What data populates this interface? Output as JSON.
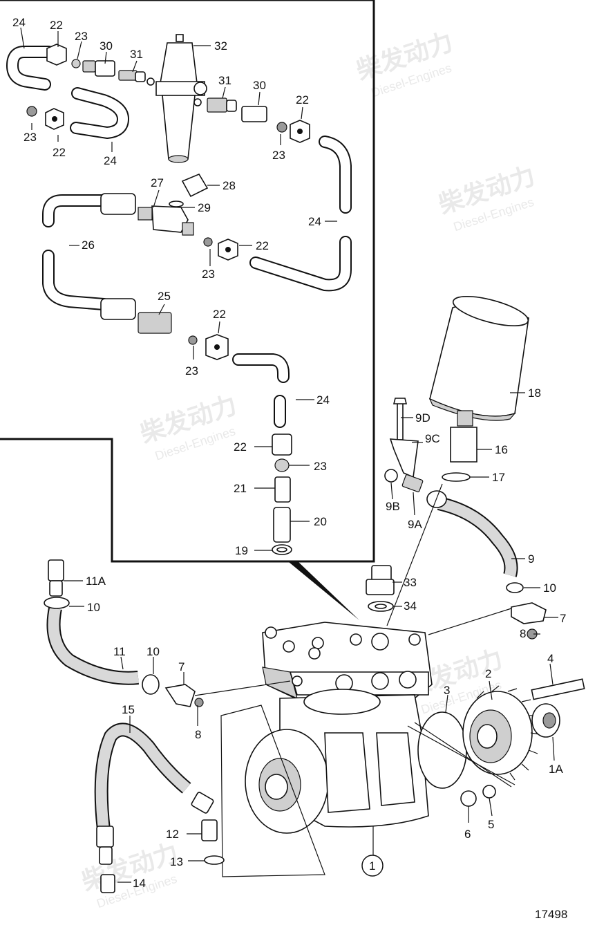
{
  "drawing_number": "17498",
  "watermark": {
    "text_cn": "柴发动力",
    "text_en": "Diesel-Engines"
  },
  "callouts": {
    "c24a": "24",
    "c22a": "22",
    "c23a": "23",
    "c30a": "30",
    "c31a": "31",
    "c32": "32",
    "c23b": "23",
    "c22b": "22",
    "c24b": "24",
    "c31b": "31",
    "c30b": "30",
    "c22c": "22",
    "c23c": "23",
    "c27": "27",
    "c28": "28",
    "c29": "29",
    "c24c": "24",
    "c26": "26",
    "c22d": "22",
    "c23d": "23",
    "c25": "25",
    "c22e": "22",
    "c23e": "23",
    "c24d": "24",
    "c22f": "22",
    "c23f": "23",
    "c21": "21",
    "c20": "20",
    "c19": "19",
    "c18": "18",
    "c9D": "9D",
    "c9C": "9C",
    "c16": "16",
    "c17": "17",
    "c9B": "9B",
    "c9A": "9A",
    "c9": "9",
    "c10a": "10",
    "c7a": "7",
    "c8a": "8",
    "c33": "33",
    "c34": "34",
    "c11A": "11A",
    "c10b": "10",
    "c11": "11",
    "c10c": "10",
    "c7b": "7",
    "c8b": "8",
    "c15": "15",
    "c12": "12",
    "c13": "13",
    "c14": "14",
    "c1": "1",
    "c2": "2",
    "c3": "3",
    "c4": "4",
    "c1A": "1A",
    "c5": "5",
    "c6": "6"
  }
}
